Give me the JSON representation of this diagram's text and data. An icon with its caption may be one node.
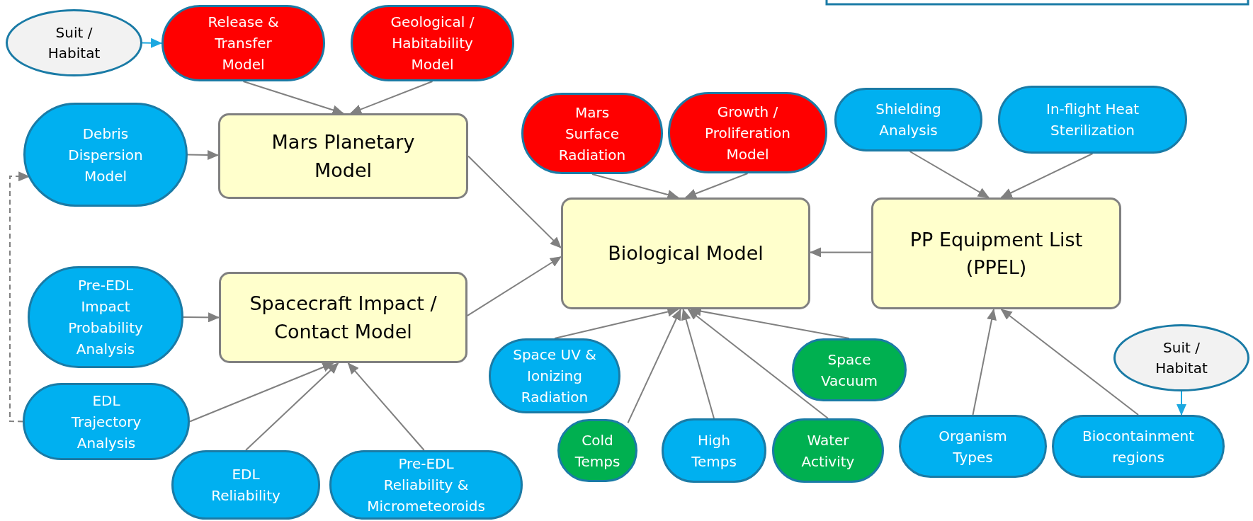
{
  "diagram": {
    "nodes": [
      {
        "text": [
          "Suit / Habitat"
        ]
      },
      {
        "text": [
          "Release & Transfer Model"
        ]
      },
      {
        "text": [
          "Geological / Habitability Model"
        ]
      },
      {
        "text": [
          "Debris Dispersion Model"
        ]
      },
      {
        "text": [
          "Mars Planetary Model"
        ]
      },
      {
        "text": [
          "Mars Surface Radiation"
        ]
      },
      {
        "text": [
          "Growth / Proliferation Model"
        ]
      },
      {
        "text": [
          "Shielding Analysis"
        ]
      },
      {
        "text": [
          "In-flight Heat Sterilization"
        ]
      },
      {
        "text": [
          "Biological Model"
        ]
      },
      {
        "text": [
          "PP Equipment List (PPEL)"
        ]
      },
      {
        "text": [
          "Pre-EDL Impact Probability Analysis"
        ]
      },
      {
        "text": [
          "Spacecraft Impact / Contact Model"
        ]
      },
      {
        "text": [
          "Space UV & Ionizing Radiation"
        ]
      },
      {
        "text": [
          "Space Vacuum"
        ]
      },
      {
        "text": [
          "Suit / Habitat"
        ]
      },
      {
        "text": [
          "EDL Trajectory Analysis"
        ]
      },
      {
        "text": [
          "Cold Temps"
        ]
      },
      {
        "text": [
          "High Temps"
        ]
      },
      {
        "text": [
          "Water Activity"
        ]
      },
      {
        "text": [
          "Organism Types"
        ]
      },
      {
        "text": [
          "Biocontainment regions"
        ]
      },
      {
        "text": [
          "EDL Reliability"
        ]
      },
      {
        "text": [
          "Pre-EDL Reliability & Micrometeoroids"
        ]
      }
    ],
    "edges": [
      {
        "from": 0,
        "to": 1,
        "arrow": "to",
        "color": "#1ca8e0"
      },
      {
        "from": 1,
        "to": 4,
        "arrow": "to"
      },
      {
        "from": 2,
        "to": 4,
        "arrow": "to"
      },
      {
        "from": 3,
        "to": 4,
        "arrow": "to"
      },
      {
        "from": 4,
        "to": 9,
        "arrow": "to"
      },
      {
        "from": 11,
        "to": 12,
        "arrow": "to"
      },
      {
        "from": 16,
        "to": 3,
        "arrow": "to",
        "style": "dashed"
      },
      {
        "from": 12,
        "to": 9,
        "arrow": "to"
      },
      {
        "from": 16,
        "to": 12,
        "arrow": "to"
      },
      {
        "from": 22,
        "to": 12,
        "arrow": "to"
      },
      {
        "from": 23,
        "to": 12,
        "arrow": "to"
      },
      {
        "from": 5,
        "to": 9,
        "arrow": "to"
      },
      {
        "from": 6,
        "to": 9,
        "arrow": "to"
      },
      {
        "from": 7,
        "to": 10,
        "arrow": "to"
      },
      {
        "from": 8,
        "to": 10,
        "arrow": "to"
      },
      {
        "from": 10,
        "to": 9,
        "arrow": "to"
      },
      {
        "from": 13,
        "to": 9,
        "arrow": "to"
      },
      {
        "from": 17,
        "to": 9,
        "arrow": "to"
      },
      {
        "from": 18,
        "to": 9,
        "arrow": "to"
      },
      {
        "from": 19,
        "to": 9,
        "arrow": "to"
      },
      {
        "from": 14,
        "to": 9,
        "arrow": "to"
      },
      {
        "from": 20,
        "to": 10,
        "arrow": "to"
      },
      {
        "from": 21,
        "to": 10,
        "arrow": "to"
      },
      {
        "from": 15,
        "to": 21,
        "arrow": "to",
        "color": "#1ca8e0"
      }
    ]
  }
}
